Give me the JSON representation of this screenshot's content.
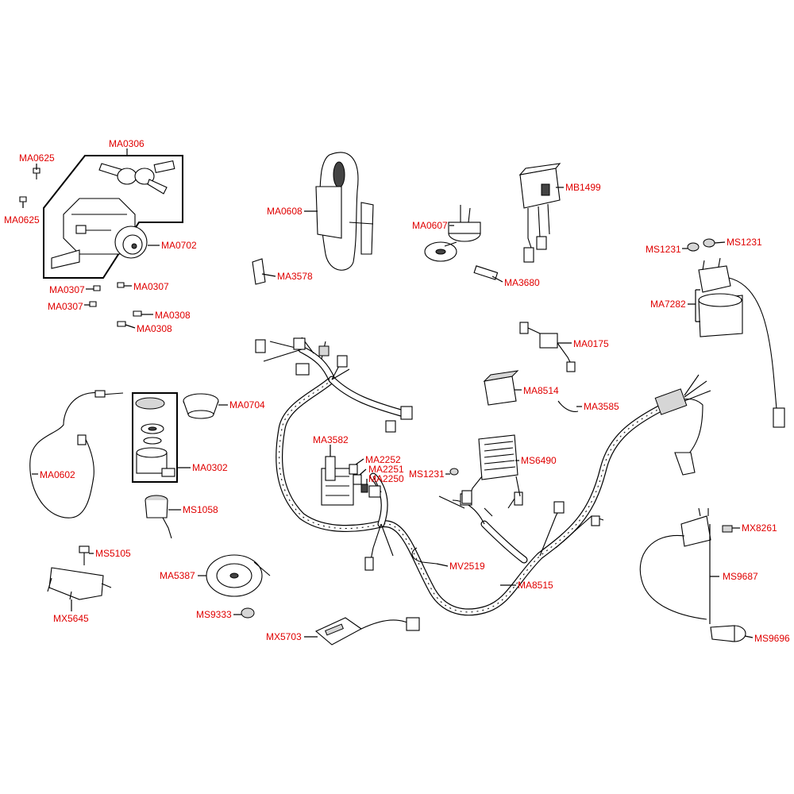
{
  "callouts": [
    {
      "id": "ma0625a",
      "label": "MA0625"
    },
    {
      "id": "ma0306",
      "label": "MA0306"
    },
    {
      "id": "ma0625b",
      "label": "MA0625"
    },
    {
      "id": "ma0702",
      "label": "MA0702"
    },
    {
      "id": "ma0307a",
      "label": "MA0307"
    },
    {
      "id": "ma0307b",
      "label": "MA0307"
    },
    {
      "id": "ma0307c",
      "label": "MA0307"
    },
    {
      "id": "ma0308a",
      "label": "MA0308"
    },
    {
      "id": "ma0308b",
      "label": "MA0308"
    },
    {
      "id": "ma0608",
      "label": "MA0608"
    },
    {
      "id": "ma3578",
      "label": "MA3578"
    },
    {
      "id": "ma0607",
      "label": "MA0607"
    },
    {
      "id": "mb1499",
      "label": "MB1499"
    },
    {
      "id": "ma3680",
      "label": "MA3680"
    },
    {
      "id": "ms1231a",
      "label": "MS1231"
    },
    {
      "id": "ms1231b",
      "label": "MS1231"
    },
    {
      "id": "ma7282",
      "label": "MA7282"
    },
    {
      "id": "ma0175",
      "label": "MA0175"
    },
    {
      "id": "ma8514",
      "label": "MA8514"
    },
    {
      "id": "ma3585",
      "label": "MA3585"
    },
    {
      "id": "ma0704",
      "label": "MA0704"
    },
    {
      "id": "ma0602",
      "label": "MA0602"
    },
    {
      "id": "ma0302",
      "label": "MA0302"
    },
    {
      "id": "ms1058",
      "label": "MS1058"
    },
    {
      "id": "ma3582",
      "label": "MA3582"
    },
    {
      "id": "ma2252",
      "label": "MA2252"
    },
    {
      "id": "ma2251",
      "label": "MA2251"
    },
    {
      "id": "ma2250",
      "label": "MA2250"
    },
    {
      "id": "ms1231c",
      "label": "MS1231"
    },
    {
      "id": "ms6490",
      "label": "MS6490"
    },
    {
      "id": "ms5105",
      "label": "MS5105"
    },
    {
      "id": "mx5645",
      "label": "MX5645"
    },
    {
      "id": "ma5387",
      "label": "MA5387"
    },
    {
      "id": "mv2519",
      "label": "MV2519"
    },
    {
      "id": "ma8515",
      "label": "MA8515"
    },
    {
      "id": "ms9333",
      "label": "MS9333"
    },
    {
      "id": "mx5703",
      "label": "MX5703"
    },
    {
      "id": "mx8261",
      "label": "MX8261"
    },
    {
      "id": "ms9687",
      "label": "MS9687"
    },
    {
      "id": "ms9696",
      "label": "MS9696"
    }
  ],
  "colors": {
    "label": "#e00000",
    "line": "#000000",
    "background": "#ffffff"
  }
}
